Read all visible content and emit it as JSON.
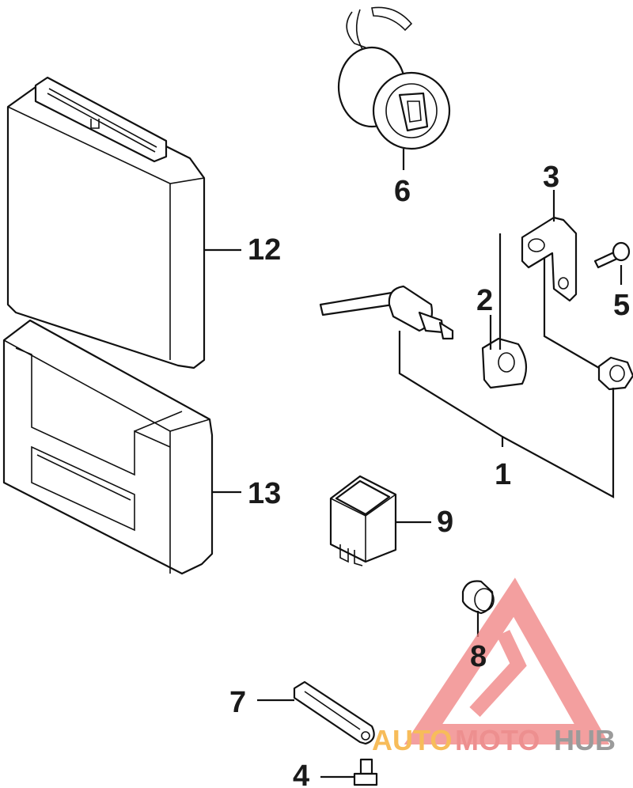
{
  "callouts": {
    "p1": "1",
    "p2": "2",
    "p3": "3",
    "p4": "4",
    "p5": "5",
    "p6": "6",
    "p7": "7",
    "p8": "8",
    "p9": "9",
    "p12": "12",
    "p13": "13"
  },
  "watermark": {
    "part1": "AUTO",
    "part2": "MOTO",
    "part3": "HUB",
    "colors": {
      "auto": "#f5a623",
      "moto": "#e86a6a",
      "hub": "#7a7a7a",
      "triangle": "#f08080"
    }
  }
}
